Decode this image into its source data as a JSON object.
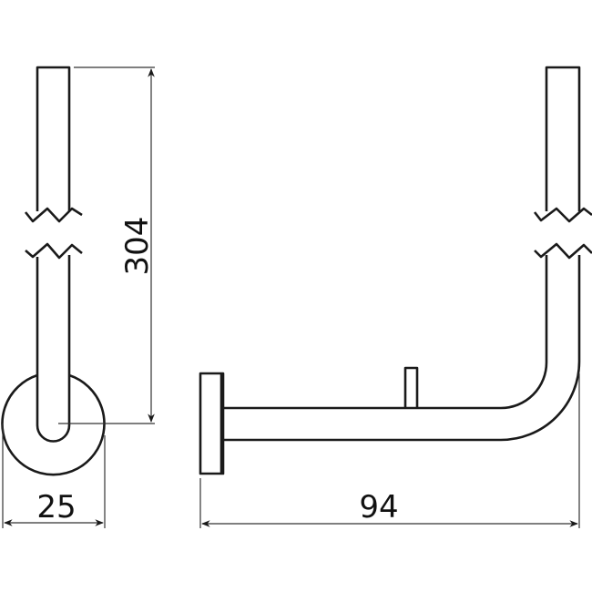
{
  "drawing": {
    "type": "technical dimension drawing",
    "subject": "toilet roll holder with spare roll bar",
    "views": [
      "side view",
      "front view"
    ],
    "stroke_color": "#1a1a1a",
    "background": "#ffffff"
  },
  "dimensions": {
    "height": "304",
    "rosette_diameter": "25",
    "projection": "94"
  }
}
